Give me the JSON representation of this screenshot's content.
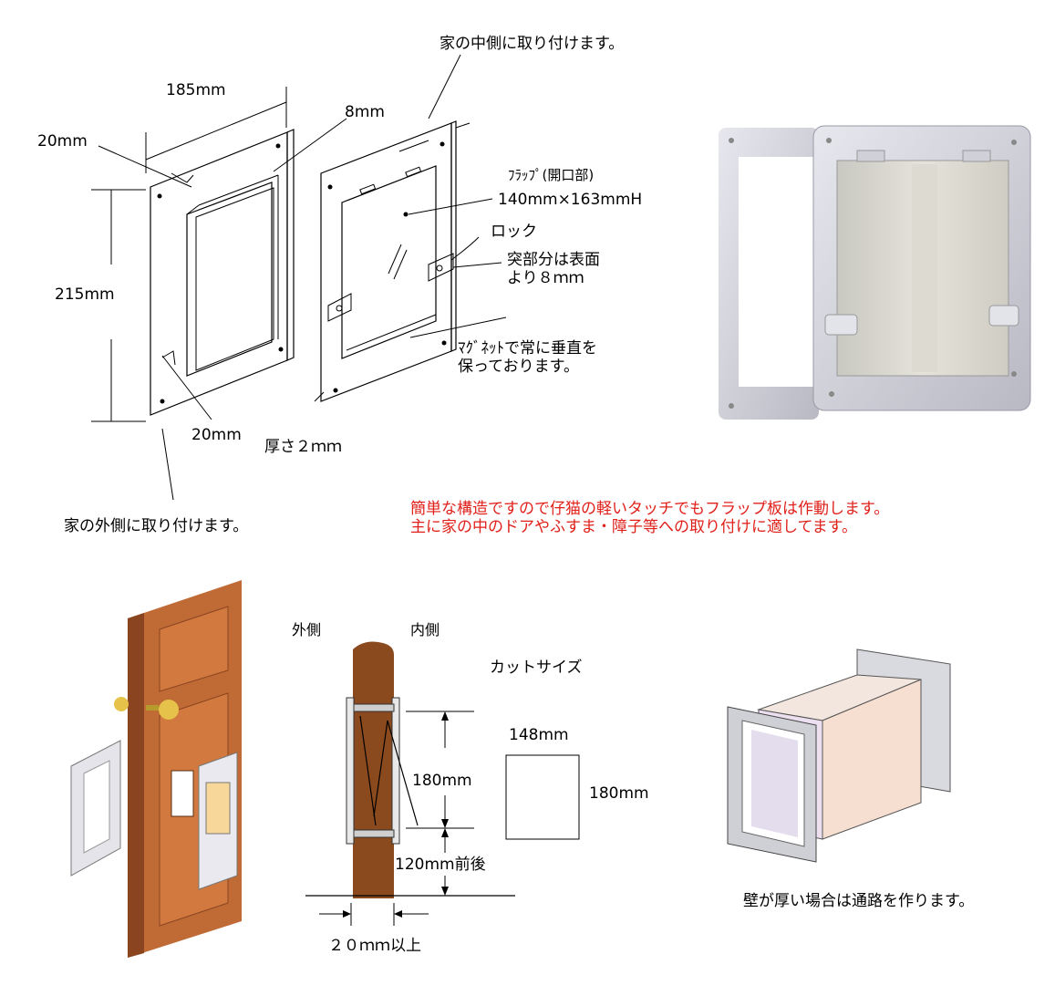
{
  "top": {
    "inside_mount_note": "家の中側に取り付けます。",
    "outside_mount_note": "家の外側に取り付けます。",
    "dim_width": "185mm",
    "dim_depth_top": "20mm",
    "dim_frame": "8mm",
    "dim_height": "215mm",
    "dim_depth_bottom": "20mm",
    "thickness": "厚さ２ｍｍ",
    "flap_title": "ﾌﾗｯﾌﾟ(開口部)",
    "flap_size": "140mm×163mmH",
    "lock_label": "ロック",
    "protrusion_line1": "突部分は表面",
    "protrusion_line2": "より８ｍｍ",
    "magnet_line1": "ﾏｸﾞﾈｯﾄで常に垂直を",
    "magnet_line2": "保っております。"
  },
  "notes": {
    "line1": "簡単な構造ですので仔猫の軽いタッチでもフラップ板は作動します。",
    "line2": "主に家の中のドアやふすま・障子等への取り付けに適してます。",
    "color": "#e0201a"
  },
  "section": {
    "outside": "外側",
    "inside": "内側",
    "cut_size": "カットサイズ",
    "cut_width": "148mm",
    "cut_height": "180mm",
    "opening_height": "180mm",
    "floor_gap": "120mm前後",
    "edge_gap": "２０ｍｍ以上"
  },
  "tunnel": {
    "caption": "壁が厚い場合は通路を作ります。"
  }
}
